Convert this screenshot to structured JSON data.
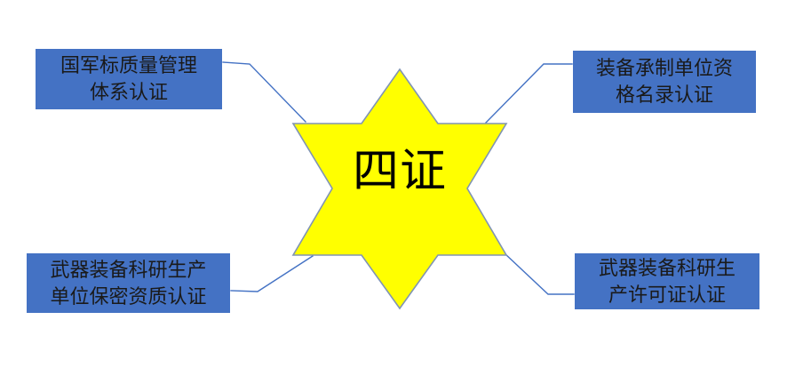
{
  "diagram": {
    "title_center": "四证",
    "center_shape": "six-pointed-star",
    "colors": {
      "node_fill": "#4472C4",
      "center_fill": "#FFFF00",
      "center_stroke": "#8094B4",
      "connector": "#4472C4",
      "background": "#FFFFFF",
      "node_text": "#1A1A1A",
      "center_text": "#000000"
    },
    "nodes": [
      {
        "id": "top-left",
        "label": "国军标质量管理体系认证",
        "line1": "国军标质量管理",
        "line2": "体系认证"
      },
      {
        "id": "top-right",
        "label": "装备承制单位资格名录认证",
        "line1": "装备承制单位资",
        "line2": "格名录认证"
      },
      {
        "id": "bottom-left",
        "label": "武器装备科研生产单位保密资质认证",
        "line1": "武器装备科研生产",
        "line2": "单位保密资质认证"
      },
      {
        "id": "bottom-right",
        "label": "武器装备科研生产许可证认证",
        "line1": "武器装备科研生",
        "line2": "产许可证认证"
      }
    ]
  }
}
